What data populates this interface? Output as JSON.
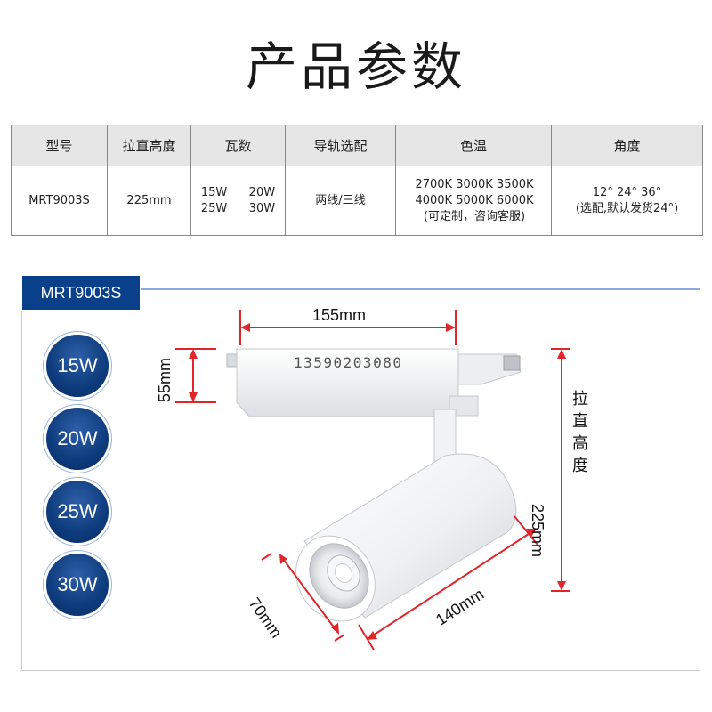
{
  "title": "产品参数",
  "table": {
    "headers": [
      "型号",
      "拉直高度",
      "瓦数",
      "导轨选配",
      "色温",
      "角度"
    ],
    "row": {
      "model": "MRT9003S",
      "height": "225mm",
      "watts_line1": "15W   20W",
      "watts_line2": "25W   30W",
      "rail": "两线/三线",
      "temp_line1": "2700K 3000K 3500K",
      "temp_line2": "4000K 5000K 6000K",
      "temp_line3": "(可定制，咨询客服)",
      "angle_line1": "12° 24° 36°",
      "angle_line2": "(选配,默认发货24°)"
    }
  },
  "diagram": {
    "model_badge": "MRT9003S",
    "watt_options": [
      "15W",
      "20W",
      "25W",
      "30W"
    ],
    "dim_width": "155mm",
    "dim_height": "55mm",
    "phone": "13590203080",
    "straight_height_label": "拉直高度",
    "straight_height_value": "225mm",
    "dim_diameter": "70mm",
    "dim_length": "140mm",
    "colors": {
      "badge_blue": "#0a3f8a",
      "dimension_red": "#e0262b",
      "table_header_bg": "#e6e6e6"
    }
  }
}
